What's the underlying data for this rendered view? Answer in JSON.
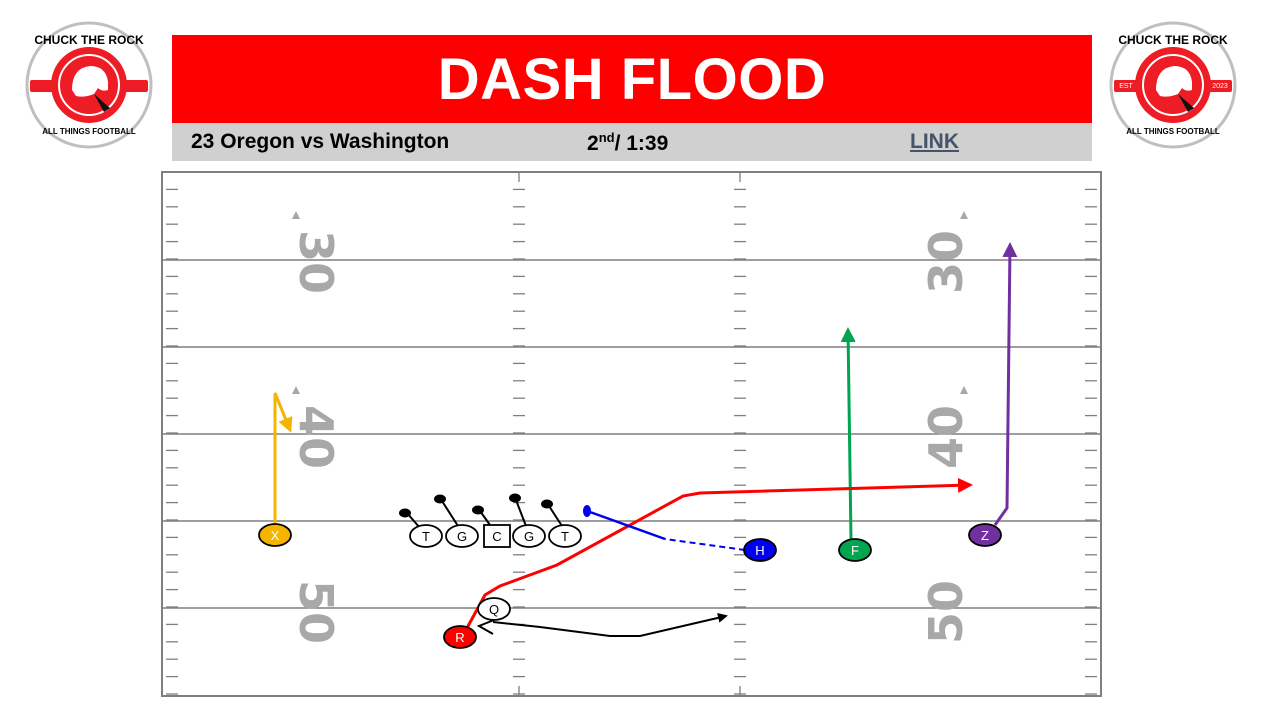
{
  "header": {
    "title": "DASH FLOOD",
    "game": "23 Oregon vs Washington",
    "down": "2",
    "down_suffix": "nd",
    "clock": "/ 1:39",
    "link_label": "LINK"
  },
  "logo": {
    "top_text": "CHUCK THE ROCK",
    "bottom_text": "ALL THINGS FOOTBALL",
    "left_text": "EST",
    "right_text": "2023",
    "colors": {
      "ring": "#ffffff",
      "inner": "#ee1c24",
      "border": "#bfbfbf",
      "text": "#000000"
    }
  },
  "field": {
    "yard_numbers": {
      "upper": "30",
      "middle": "40",
      "lower": "50"
    },
    "colors": {
      "lines": "#7f7f7f",
      "numbers": "#a8a8a8"
    }
  },
  "offense": {
    "linemen": [
      {
        "id": "lt",
        "label": "T",
        "shape": "oval"
      },
      {
        "id": "lg",
        "label": "G",
        "shape": "oval"
      },
      {
        "id": "c",
        "label": "C",
        "shape": "square"
      },
      {
        "id": "rg",
        "label": "G",
        "shape": "oval"
      },
      {
        "id": "rt",
        "label": "T",
        "shape": "oval"
      }
    ],
    "skill": [
      {
        "id": "x",
        "label": "X",
        "color": "#f4b400",
        "text_color": "#ffffff",
        "route": "curl"
      },
      {
        "id": "q",
        "label": "Q",
        "color": "#ffffff",
        "text_color": "#000000",
        "route": "sprint-out"
      },
      {
        "id": "r",
        "label": "R",
        "color": "#ff0000",
        "text_color": "#ffffff",
        "route": "wheel-out"
      },
      {
        "id": "h",
        "label": "H",
        "color": "#0000ee",
        "text_color": "#ffffff",
        "route": "block"
      },
      {
        "id": "f",
        "label": "F",
        "color": "#00a550",
        "text_color": "#ffffff",
        "route": "go"
      },
      {
        "id": "z",
        "label": "Z",
        "color": "#7030a0",
        "text_color": "#ffffff",
        "route": "go"
      }
    ]
  }
}
